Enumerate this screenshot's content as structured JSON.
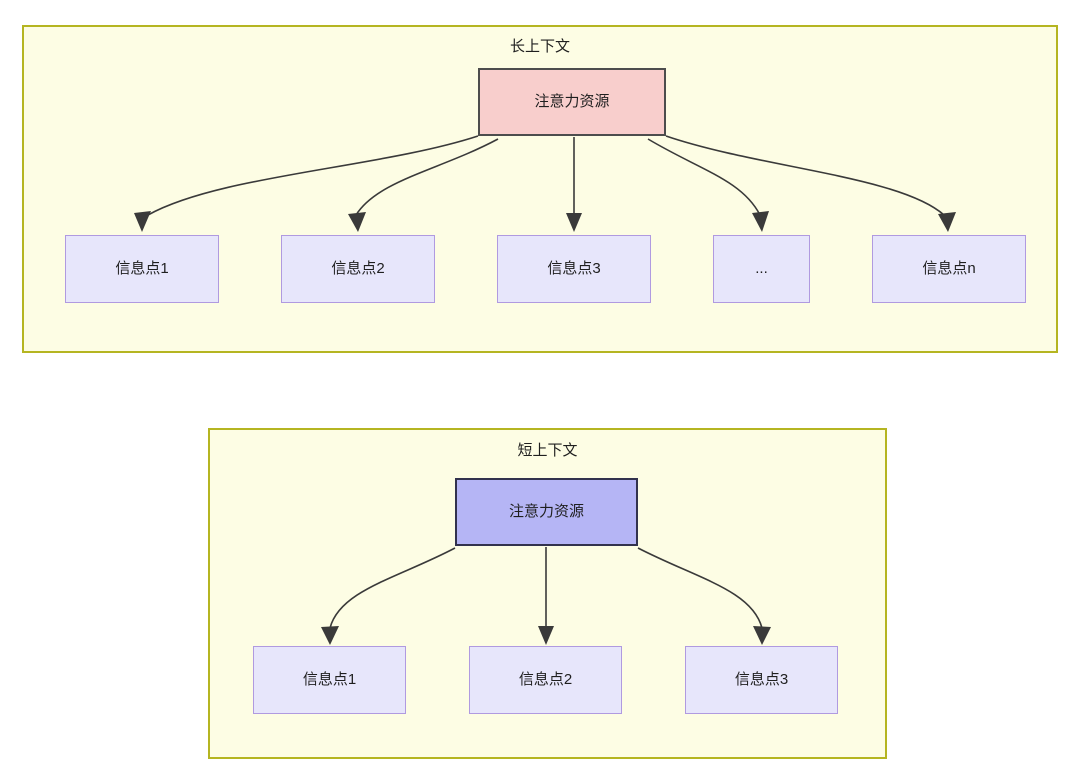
{
  "diagram": {
    "title_visible": false,
    "colors": {
      "panel_background": "#fdfde4",
      "panel_border": "#b5b521",
      "root_long_fill": "#f8cecc",
      "root_long_border": "#4d4d4d",
      "root_short_fill": "#b5b5f5",
      "root_short_border": "#32324d",
      "leaf_fill": "#e7e6fb",
      "leaf_border": "#b09ae0",
      "edge": "#3a3a3a",
      "text": "#1f1f1f"
    },
    "panels": [
      {
        "id": "long-context",
        "title": "长上下文",
        "root": {
          "label": "注意力资源"
        },
        "leaves": [
          {
            "label": "信息点1"
          },
          {
            "label": "信息点2"
          },
          {
            "label": "信息点3"
          },
          {
            "label": "..."
          },
          {
            "label": "信息点n"
          }
        ]
      },
      {
        "id": "short-context",
        "title": "短上下文",
        "root": {
          "label": "注意力资源"
        },
        "leaves": [
          {
            "label": "信息点1"
          },
          {
            "label": "信息点2"
          },
          {
            "label": "信息点3"
          }
        ]
      }
    ]
  }
}
